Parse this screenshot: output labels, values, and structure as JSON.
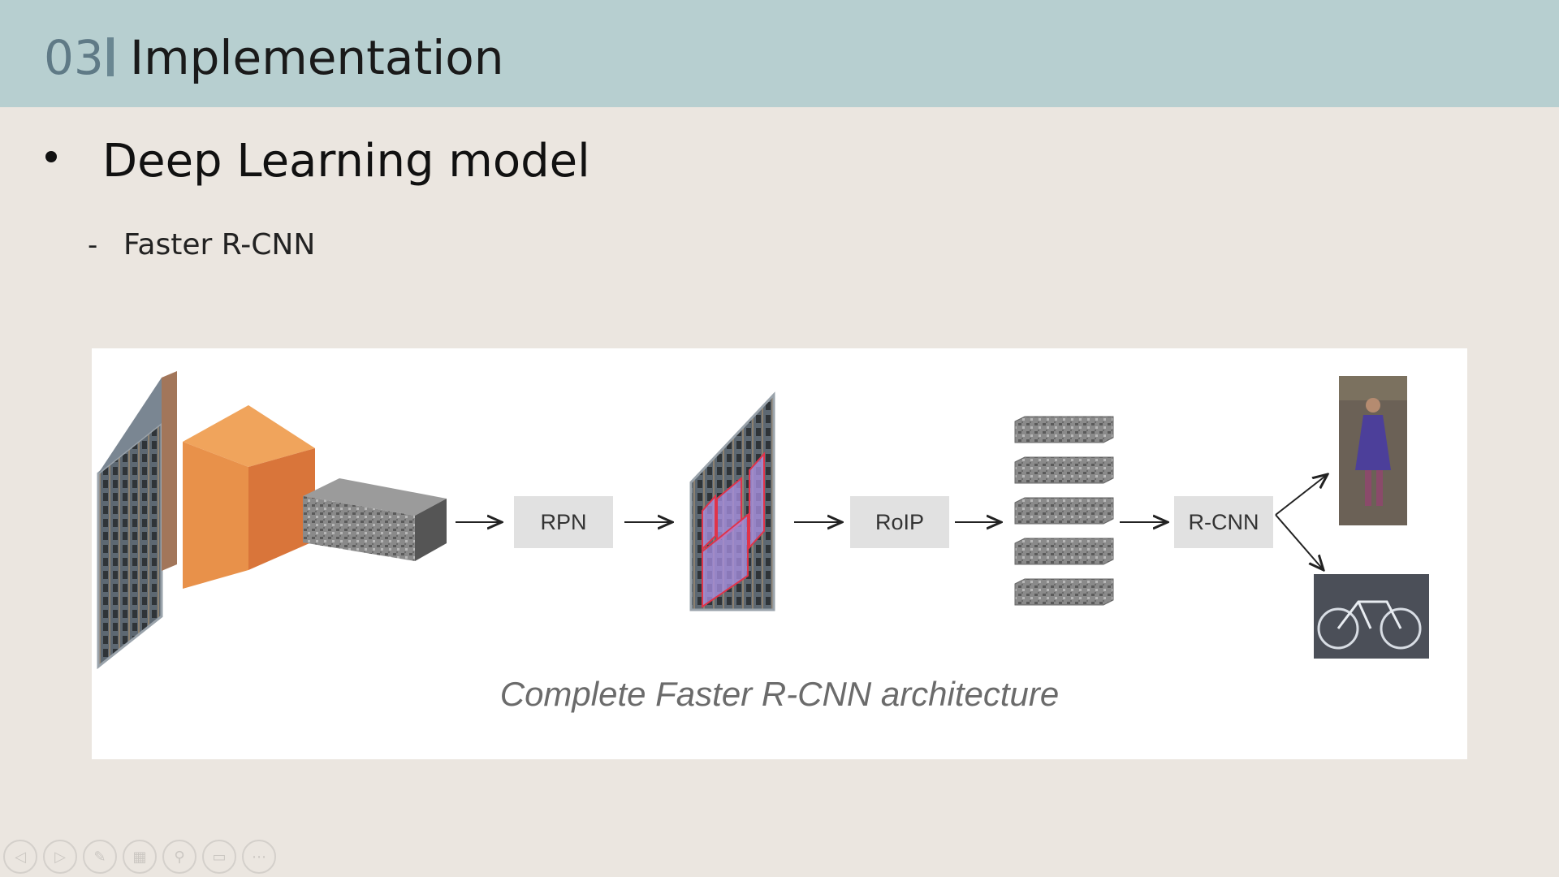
{
  "header": {
    "section_number": "03",
    "title": "Implementation"
  },
  "content": {
    "bullet": "Deep Learning model",
    "sub_dash": "-",
    "sub_item": "Faster R-CNN"
  },
  "figure": {
    "stages": [
      "RPN",
      "RoIP",
      "R-CNN"
    ],
    "caption": "Complete Faster R-CNN architecture"
  },
  "controls": [
    {
      "name": "previous-icon"
    },
    {
      "name": "next-icon"
    },
    {
      "name": "pen-icon"
    },
    {
      "name": "slides-icon"
    },
    {
      "name": "zoom-icon"
    },
    {
      "name": "subtitles-icon"
    },
    {
      "name": "more-icon"
    }
  ],
  "colors": {
    "header_bg": "#b7cfd0",
    "slide_bg": "#ebe6e0",
    "cnn_orange": "#e8914a",
    "proposal_red": "#e0334a"
  }
}
